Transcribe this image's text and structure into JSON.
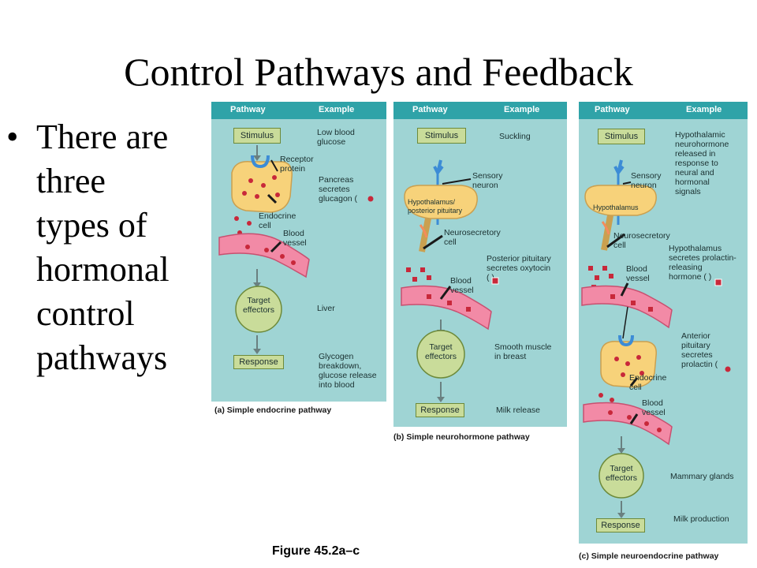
{
  "slide": {
    "title": "Control Pathways and Feedback",
    "bullet_lines": [
      "There are",
      "three",
      "types of",
      "hormonal",
      "control",
      "pathways"
    ],
    "figure_caption": "Figure 45.2a–c"
  },
  "colors": {
    "panel_bg": "#9fd4d4",
    "header_bg": "#2fa3a8",
    "box_fill": "#c9dc9a",
    "cell_fill": "#f7d27a",
    "vessel_fill": "#f28aa6",
    "hormone_red": "#c8283a"
  },
  "header": {
    "pathway": "Pathway",
    "example": "Example"
  },
  "panel_a": {
    "stimulus": "Stimulus",
    "example_stimulus": "Low blood\nglucose",
    "receptor_label": "Receptor\nprotein",
    "pancreas_label": "Pancreas\nsecretes\nglucagon (",
    "endocrine_cell": "Endocrine\ncell",
    "blood_vessel": "Blood\nvessel",
    "target": "Target\neffectors",
    "target_example": "Liver",
    "response": "Response",
    "response_example": "Glycogen\nbreakdown,\nglucose release\ninto blood",
    "caption": "(a)  Simple endocrine pathway"
  },
  "panel_b": {
    "stimulus": "Stimulus",
    "example_stimulus": "Suckling",
    "sensory_neuron": "Sensory\nneuron",
    "hypothalamus": "Hypothalamus/\nposterior pituitary",
    "neurosecretory": "Neurosecretory\ncell",
    "posterior_label": "Posterior pituitary\nsecretes oxytocin\n(      )",
    "blood_vessel": "Blood\nvessel",
    "target": "Target\neffectors",
    "target_example": "Smooth muscle\nin breast",
    "response": "Response",
    "response_example": "Milk release",
    "caption": "(b)  Simple neurohormone pathway"
  },
  "panel_c": {
    "stimulus": "Stimulus",
    "example_stimulus": "Hypothalamic\nneurohormone\nreleased in\nresponse to\nneural and\nhormonal\nsignals",
    "sensory_neuron": "Sensory\nneuron",
    "hypothalamus": "Hypothalamus",
    "neurosecretory": "Neurosecretory\ncell",
    "prolactin_releasing": "Hypothalamus\nsecretes prolactin-\nreleasing\nhormone (     )",
    "blood_vessel_1": "Blood\nvessel",
    "anterior_label": "Anterior\npituitary\nsecretes\nprolactin (",
    "endocrine_cell": "Endocrine\ncell",
    "blood_vessel_2": "Blood\nvessel",
    "target": "Target\neffectors",
    "target_example": "Mammary glands",
    "response": "Response",
    "response_example": "Milk production",
    "caption": "(c)  Simple neuroendocrine pathway"
  }
}
